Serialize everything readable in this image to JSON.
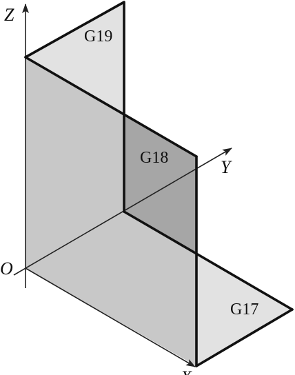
{
  "planes": {
    "g17": {
      "label": "G17",
      "fill": "#e2e2e2"
    },
    "g18": {
      "label": "G18",
      "fill": "#a6a6a6"
    },
    "g19": {
      "label": "G19",
      "fill": "#e2e2e2"
    },
    "xz_wall": {
      "fill": "#c8c8c8"
    },
    "floor_front": {
      "fill": "#d9d9d9"
    }
  },
  "axes": {
    "x": {
      "label": "X"
    },
    "y": {
      "label": "Y"
    },
    "z": {
      "label": "Z"
    },
    "origin": {
      "label": "O"
    }
  },
  "colors": {
    "edge": "#111111",
    "axis": "#222222"
  }
}
